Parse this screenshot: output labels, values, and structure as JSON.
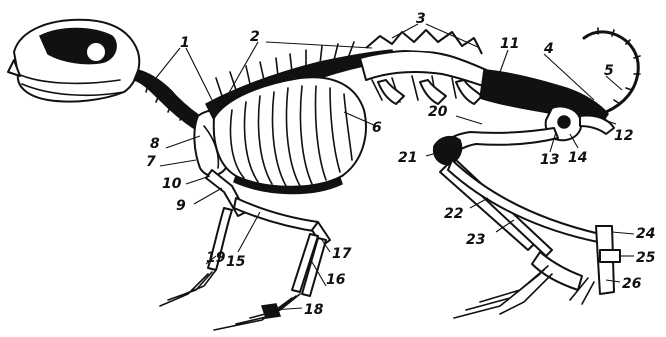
{
  "figure": {
    "subject": "rodent skeleton, lateral view",
    "callouts": [
      {
        "id": "1",
        "text": "1"
      },
      {
        "id": "2",
        "text": "2"
      },
      {
        "id": "3",
        "text": "3"
      },
      {
        "id": "4",
        "text": "4"
      },
      {
        "id": "5",
        "text": "5"
      },
      {
        "id": "6",
        "text": "6"
      },
      {
        "id": "7",
        "text": "7"
      },
      {
        "id": "8",
        "text": "8"
      },
      {
        "id": "9",
        "text": "9"
      },
      {
        "id": "10",
        "text": "10"
      },
      {
        "id": "11",
        "text": "11"
      },
      {
        "id": "12",
        "text": "12"
      },
      {
        "id": "13",
        "text": "13"
      },
      {
        "id": "14",
        "text": "14"
      },
      {
        "id": "15",
        "text": "15"
      },
      {
        "id": "16",
        "text": "16"
      },
      {
        "id": "17",
        "text": "17"
      },
      {
        "id": "18",
        "text": "18"
      },
      {
        "id": "19",
        "text": "19"
      },
      {
        "id": "20",
        "text": "20"
      },
      {
        "id": "21",
        "text": "21"
      },
      {
        "id": "22",
        "text": "22"
      },
      {
        "id": "23",
        "text": "23"
      },
      {
        "id": "24",
        "text": "24"
      },
      {
        "id": "25",
        "text": "25"
      },
      {
        "id": "26",
        "text": "26"
      }
    ]
  },
  "colors": {
    "ink": "#111111",
    "paper": "#ffffff"
  }
}
